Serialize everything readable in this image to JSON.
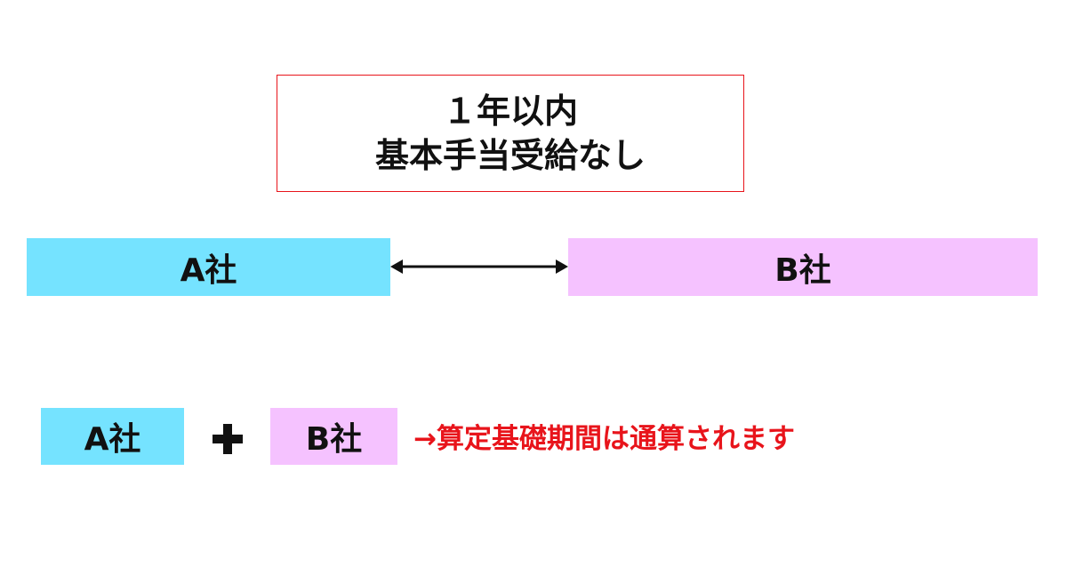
{
  "title": {
    "line1": "１年以内",
    "line2": "基本手当受給なし"
  },
  "timeline": {
    "company_a": "A社",
    "company_b": "B社",
    "arrow_icon": "double-arrow-icon"
  },
  "formula": {
    "company_a": "A社",
    "company_b": "B社",
    "plus_icon": "plus-icon",
    "note": "→算定基礎期間は通算されます"
  },
  "colors": {
    "cyan": "#75e3ff",
    "pink": "#f5c2ff",
    "red": "#e8141b"
  }
}
